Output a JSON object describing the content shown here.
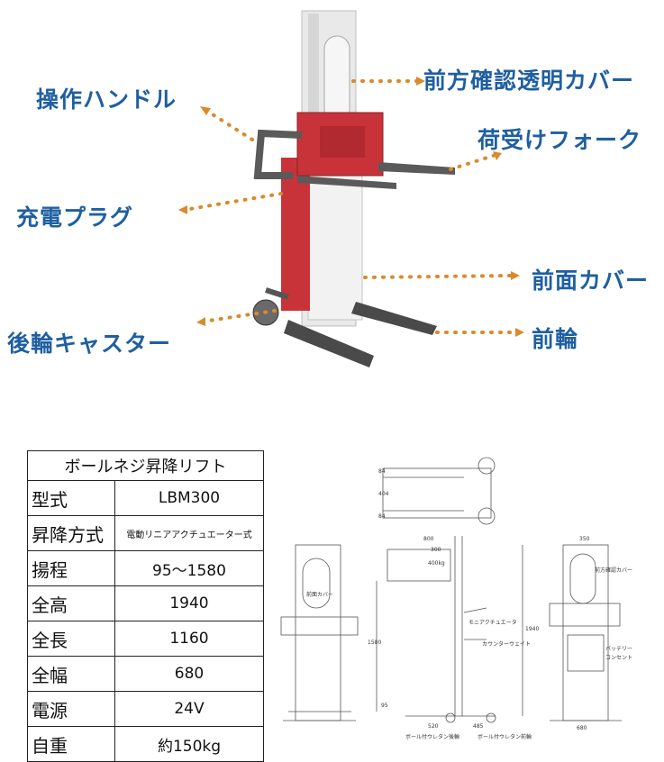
{
  "callouts": {
    "handle": "操作ハンドル",
    "charge_plug": "充電プラグ",
    "rear_caster": "後輪キャスター",
    "front_cover_clear": "前方確認透明カバー",
    "fork": "荷受けフォーク",
    "front_cover": "前面カバー",
    "front_wheel": "前輪"
  },
  "spec_table": {
    "title": "ボールネジ昇降リフト",
    "rows": [
      {
        "key": "型式",
        "value": "LBM300"
      },
      {
        "key": "昇降方式",
        "value": "電動リニアアクチュエーター式"
      },
      {
        "key": "揚程",
        "value": "95～1580"
      },
      {
        "key": "全高",
        "value": "1940"
      },
      {
        "key": "全長",
        "value": "1160"
      },
      {
        "key": "全幅",
        "value": "680"
      },
      {
        "key": "電源",
        "value": "24V"
      },
      {
        "key": "自重",
        "value": "約150kg"
      }
    ]
  },
  "drawing": {
    "top_dims": [
      "84",
      "404",
      "84"
    ],
    "side_dims": [
      "800",
      "300",
      "400kg",
      "1580",
      "1940",
      "95",
      "520",
      "485"
    ],
    "front_dims": [
      "350",
      "680"
    ],
    "notes": [
      "前面カバー",
      "モニアクチュエータ",
      "カウンターウェイト",
      "ボール付ウレタン後輪",
      "ボール付ウレタン前輪",
      "前方確認カバー",
      "バッテリー",
      "コンセント"
    ]
  },
  "colors": {
    "label": "#1f5fa0",
    "dots": "#d98a2b",
    "red": "#c8333a",
    "gray": "#5a5a5a"
  }
}
